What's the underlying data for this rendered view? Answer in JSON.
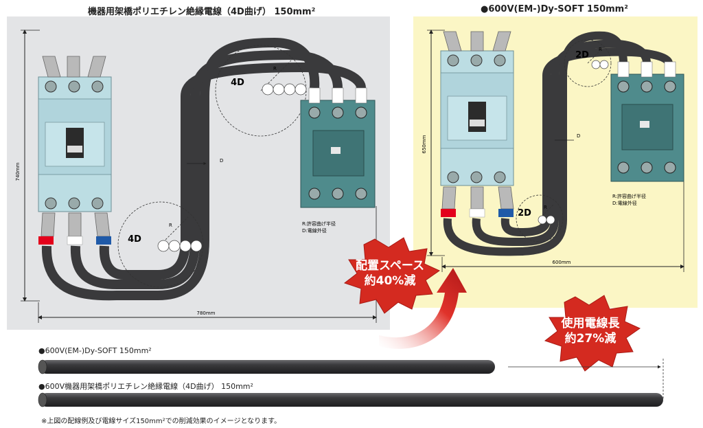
{
  "left_panel": {
    "title": "機器用架橋ポリエチレン絶縁電線（4D曲げ） 150mm²",
    "height_label": "740mm",
    "width_label": "780mm",
    "bend_label_top": "4D",
    "bend_label_bottom": "4D",
    "radius_label": "R",
    "d_label": "D",
    "legend_r": "R:許容曲げ半径",
    "legend_d": "D:電線外径"
  },
  "right_panel": {
    "title": "●600V(EM-)Dy-SOFT 150mm²",
    "height_label": "650mm",
    "width_label": "600mm",
    "bend_label_top": "2D",
    "bend_label_bottom": "2D",
    "radius_label": "R",
    "d_label": "D",
    "legend_r": "R:許容曲げ半径",
    "legend_d": "D:電線外径"
  },
  "burst_space": {
    "line1": "配置スペース",
    "line2": "約40%減"
  },
  "burst_length": {
    "line1": "使用電線長",
    "line2": "約27%減"
  },
  "cables": {
    "dysoft_label": "●600V(EM-)Dy-SOFT 150mm²",
    "standard_label": "●600V機器用架橋ポリエチレン絶縁電線（4D曲げ） 150mm²",
    "length_ratio": 0.73
  },
  "footnote": "※上図の配線例及び電線サイズ150mm²での削減効果のイメージとなります。",
  "colors": {
    "left_bg": "#e3e4e6",
    "right_bg": "#fbf6c5",
    "breaker": "#bcdde3",
    "contactor": "#4f8b8c",
    "cable": "#3a3a3c",
    "burst_red": "#d42a20",
    "phase_red": "#e3001b",
    "phase_white": "#ffffff",
    "phase_blue": "#1f5aa8"
  }
}
